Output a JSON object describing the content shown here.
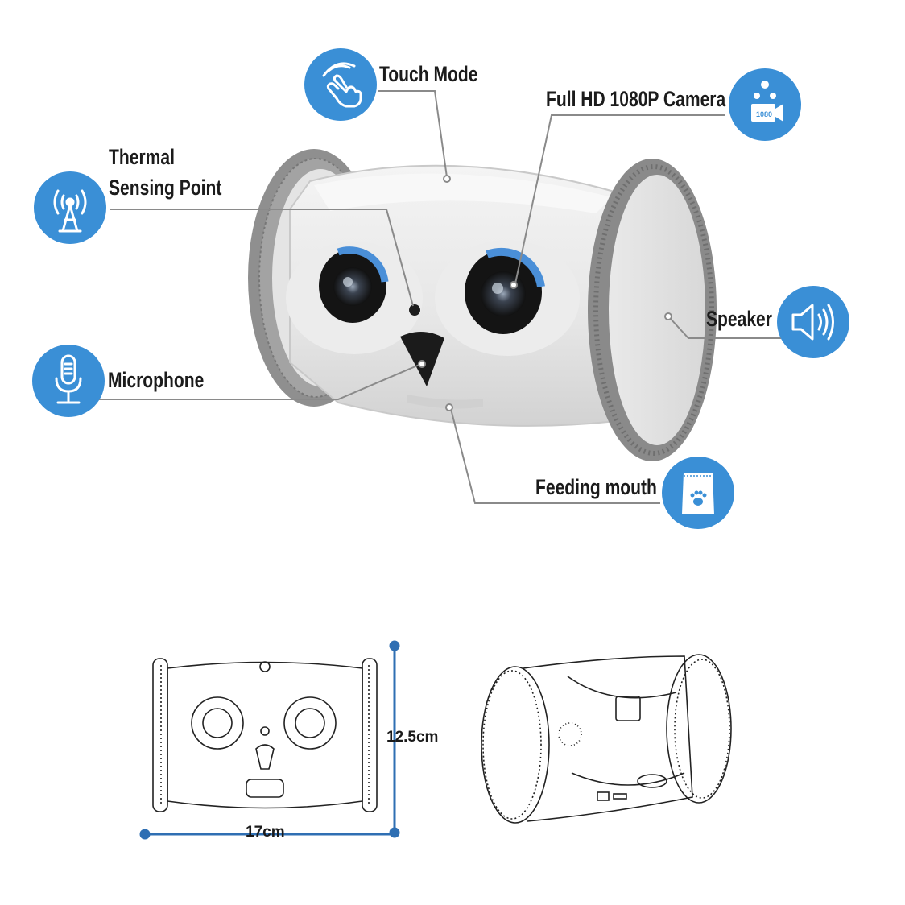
{
  "features": {
    "touch_mode": "Touch Mode",
    "camera": "Full HD 1080P Camera",
    "camera_icon_text": "1080",
    "thermal_line1": "Thermal",
    "thermal_line2": "Sensing Point",
    "speaker": "Speaker",
    "microphone": "Microphone",
    "feeding_mouth": "Feeding mouth"
  },
  "dimensions": {
    "height": "12.5cm",
    "width": "17cm"
  },
  "colors": {
    "badge_blue": "#3a8fd6",
    "leader_gray": "#8a8a8a",
    "wheel_gray": "#8e8e8e",
    "dimension_blue": "#2f6fb3"
  },
  "icons": [
    "hand-pointer-icon",
    "video-camera-1080-icon",
    "antenna-signal-icon",
    "speaker-volume-icon",
    "microphone-icon",
    "pet-food-bag-icon"
  ]
}
